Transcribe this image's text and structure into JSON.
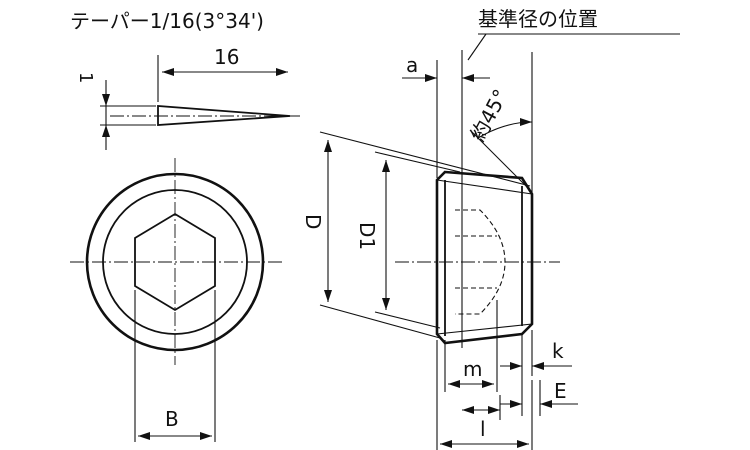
{
  "labels": {
    "taper": "テーパー1/16(3°34')",
    "reference": "基準径の位置",
    "dim_1": "1",
    "dim_16": "16",
    "dim_a": "a",
    "dim_angle": "約45°",
    "dim_D": "D",
    "dim_D1": "D1",
    "dim_B": "B",
    "dim_m": "m",
    "dim_k": "k",
    "dim_E": "E",
    "dim_l": "l"
  },
  "colors": {
    "ink": "#111111",
    "background": "#ffffff"
  }
}
